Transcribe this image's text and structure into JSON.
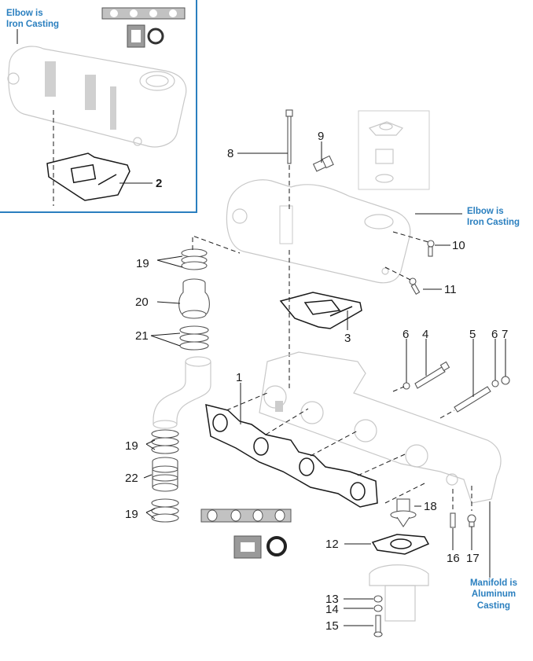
{
  "inset": {
    "note": [
      "Elbow is",
      "Iron Casting"
    ],
    "labels": [
      "2"
    ]
  },
  "notes": {
    "elbow": [
      "Elbow is",
      "Iron Casting"
    ],
    "manifold": [
      "Manifold is",
      "Aluminum Casting"
    ]
  },
  "callouts": {
    "p1": "1",
    "p3": "3",
    "p4": "4",
    "p5": "5",
    "p6a": "6",
    "p6b": "6",
    "p7": "7",
    "p8": "8",
    "p9": "9",
    "p10": "10",
    "p11": "11",
    "p12": "12",
    "p13": "13",
    "p14": "14",
    "p15": "15",
    "p16": "16",
    "p17": "17",
    "p18": "18",
    "p19a": "19",
    "p19b": "19",
    "p19c": "19",
    "p20": "20",
    "p21": "21",
    "p22": "22"
  },
  "colors": {
    "accent": "#2a7fbf",
    "ink": "#1a1a1a",
    "ghost": "#c8c8c8"
  }
}
